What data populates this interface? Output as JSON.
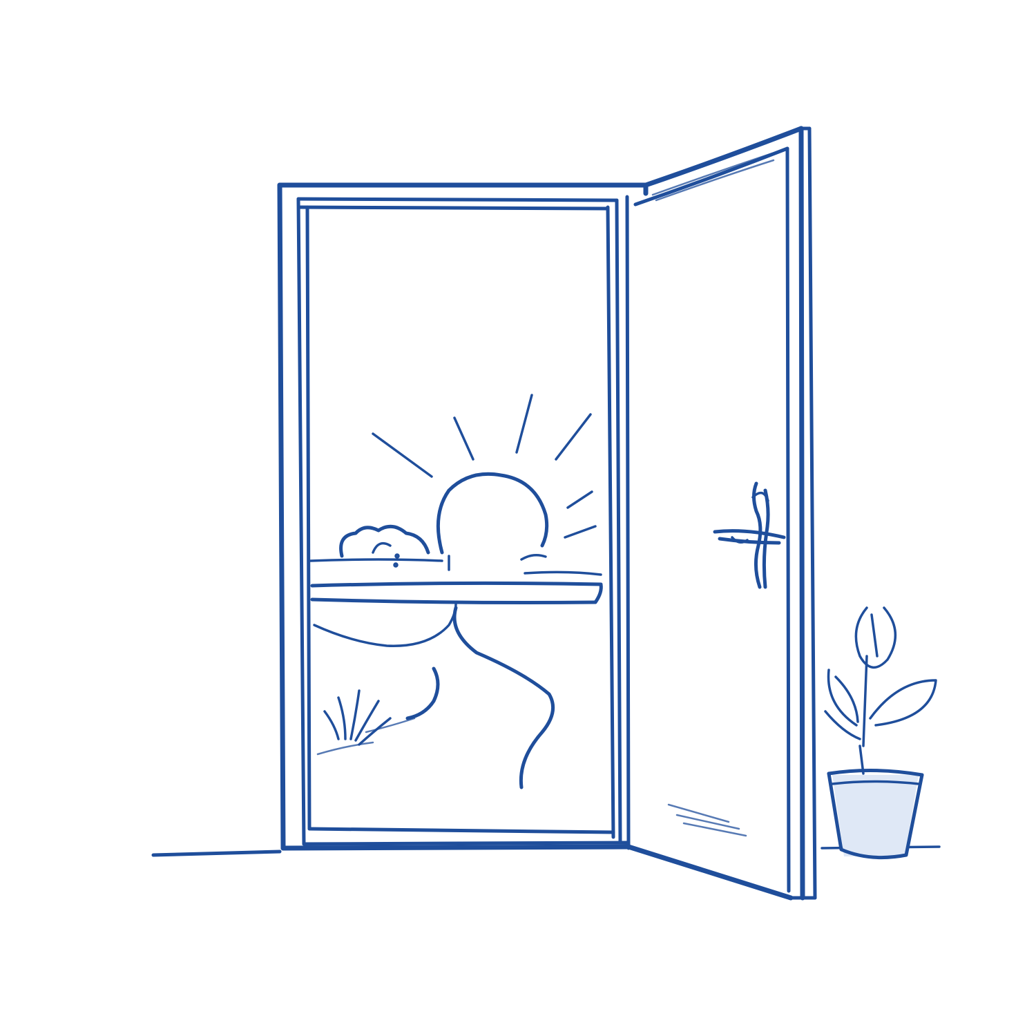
{
  "illustration": {
    "style": "blue pencil sketch",
    "ink_color": "#1f4e9b",
    "background_color": "#ffffff",
    "elements": [
      "open-door",
      "door-frame",
      "door-handle",
      "sun",
      "sun-rays",
      "clouds",
      "horizon",
      "winding-path",
      "grass-tuft",
      "potted-plant",
      "floor-line"
    ]
  }
}
